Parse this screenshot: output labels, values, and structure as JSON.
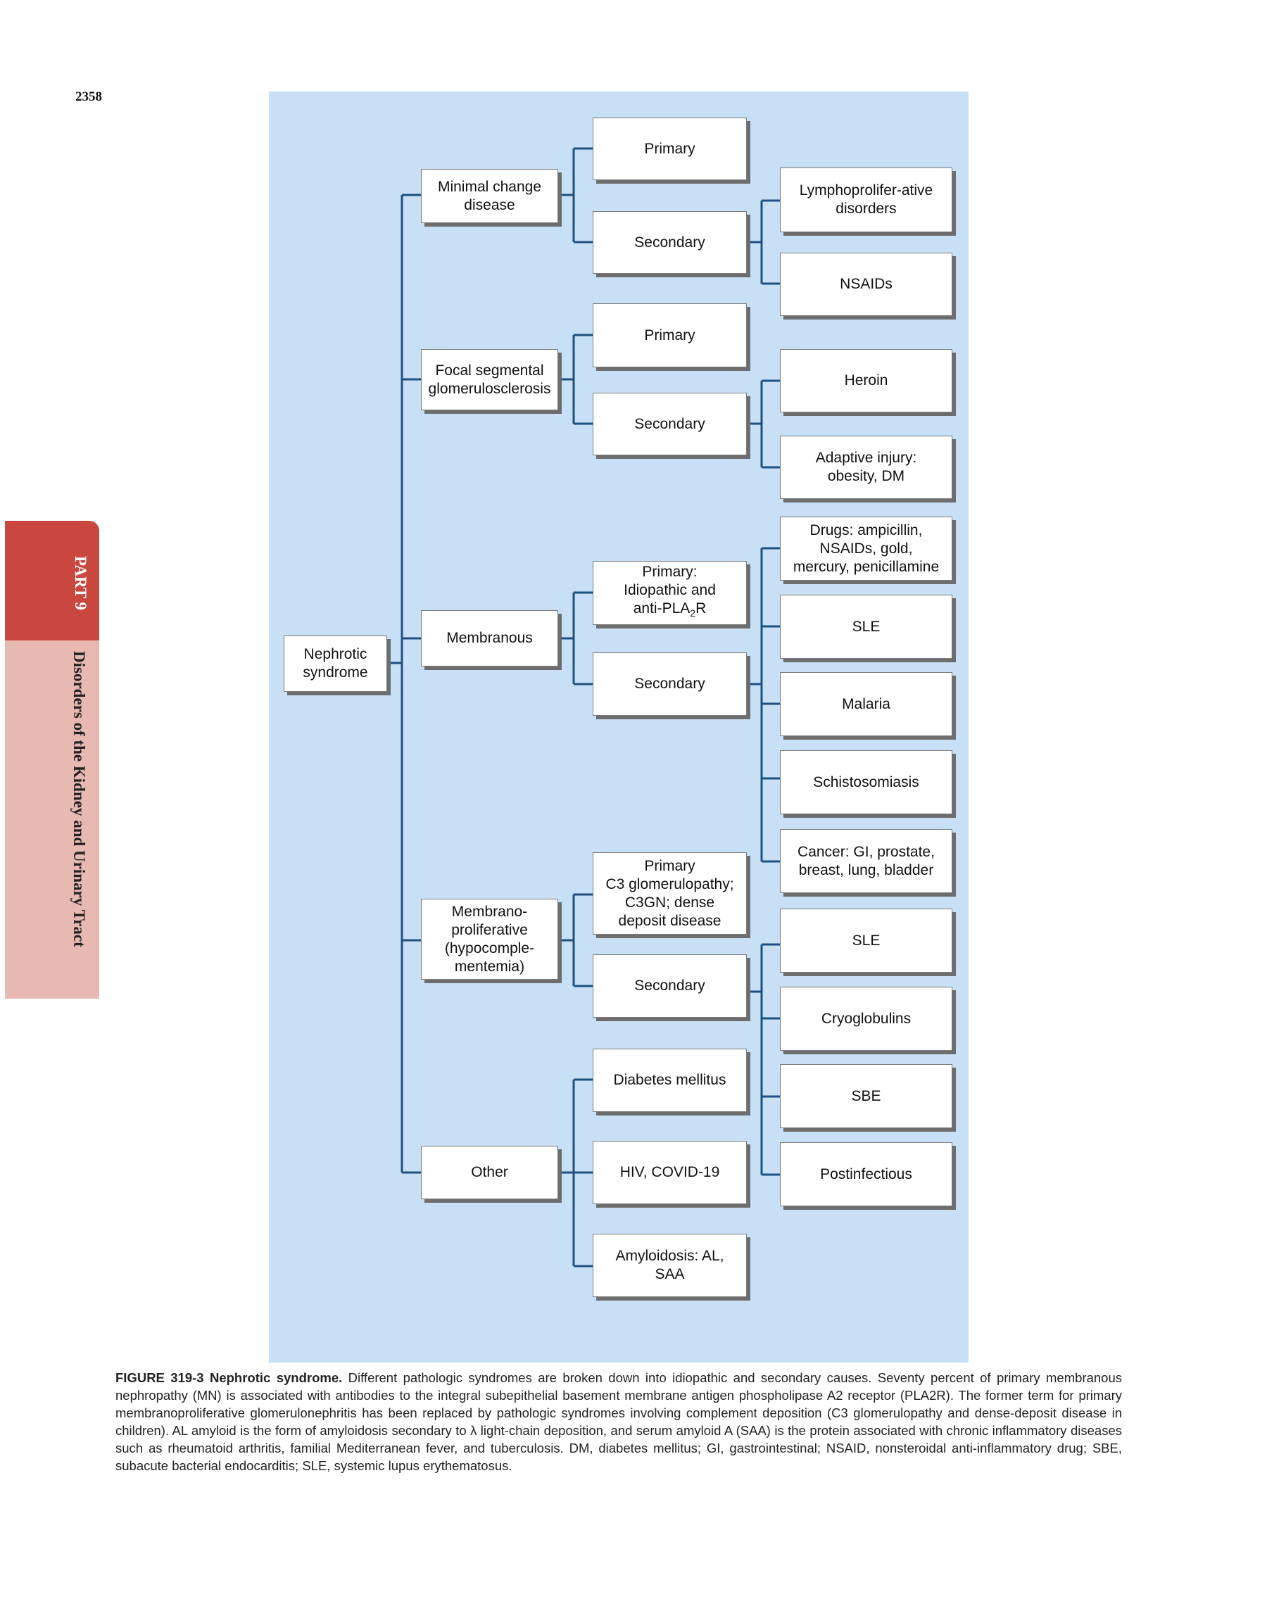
{
  "page": {
    "number": "2358"
  },
  "side_tab": {
    "part": "PART 9",
    "title": "Disorders of the Kidney and Urinary Tract"
  },
  "diagram": {
    "root": "Nephrotic\nsyndrome",
    "level1": {
      "mcd": "Minimal change\ndisease",
      "fsgs": "Focal segmental\nglomerulosclerosis",
      "mn": "Membranous",
      "mpgn": "Membrano-\nproliferative\n(hypocomple-\nmentemia)",
      "other": "Other"
    },
    "level2": {
      "mcd_primary": "Primary",
      "mcd_secondary": "Secondary",
      "fsgs_primary": "Primary",
      "fsgs_secondary": "Secondary",
      "mn_primary_prefix": "Primary:\nIdiopathic and\nanti-PLA",
      "mn_primary_sub": "2",
      "mn_primary_suffix": "R",
      "mn_secondary": "Secondary",
      "mpgn_primary": "Primary\nC3 glomerulopathy;\nC3GN; dense\ndeposit disease",
      "mpgn_secondary": "Secondary",
      "other_dm": "Diabetes mellitus",
      "other_hiv": "HIV, COVID-19",
      "other_amyloid": "Amyloidosis: AL,\nSAA"
    },
    "level3": {
      "mcd_lympho": "Lymphoprolifer-ative\ndisorders",
      "mcd_nsaids": "NSAIDs",
      "fsgs_heroin": "Heroin",
      "fsgs_adaptive": "Adaptive injury:\nobesity, DM",
      "mn_drugs": "Drugs: ampicillin,\nNSAIDs, gold,\nmercury, penicillamine",
      "mn_sle": "SLE",
      "mn_malaria": "Malaria",
      "mn_schisto": "Schistosomiasis",
      "mn_cancer": "Cancer: GI, prostate,\nbreast, lung, bladder",
      "mpgn_sle": "SLE",
      "mpgn_cryo": "Cryoglobulins",
      "mpgn_sbe": "SBE",
      "mpgn_postinf": "Postinfectious"
    }
  },
  "caption": {
    "lead": "FIGURE 319-3 Nephrotic syndrome.",
    "text": "Different pathologic syndromes are broken down into idiopathic and secondary causes. Seventy percent of primary membranous nephropathy (MN) is associated with antibodies to the integral subepithelial basement membrane antigen phospholipase A2 receptor (PLA2R). The former term for primary membranoproliferative glomerulonephritis has been replaced by pathologic syndromes involving complement deposition (C3 glomerulopathy and dense-deposit disease in children). AL amyloid is the form of amyloidosis secondary to λ light-chain deposition, and serum amyloid A (SAA) is the protein associated with chronic inflammatory diseases such as rheumatoid arthritis, familial Mediterranean fever, and tuberculosis. DM, diabetes mellitus; GI, gastrointestinal; NSAID, nonsteroidal anti-inflammatory drug; SBE, subacute bacterial endocarditis; SLE, systemic lupus erythematosus."
  },
  "colors": {
    "panel": "#c8e0f5",
    "connector": "#1d4f80",
    "tab_dark": "#c9473e",
    "tab_light": "#e8b8b2"
  }
}
